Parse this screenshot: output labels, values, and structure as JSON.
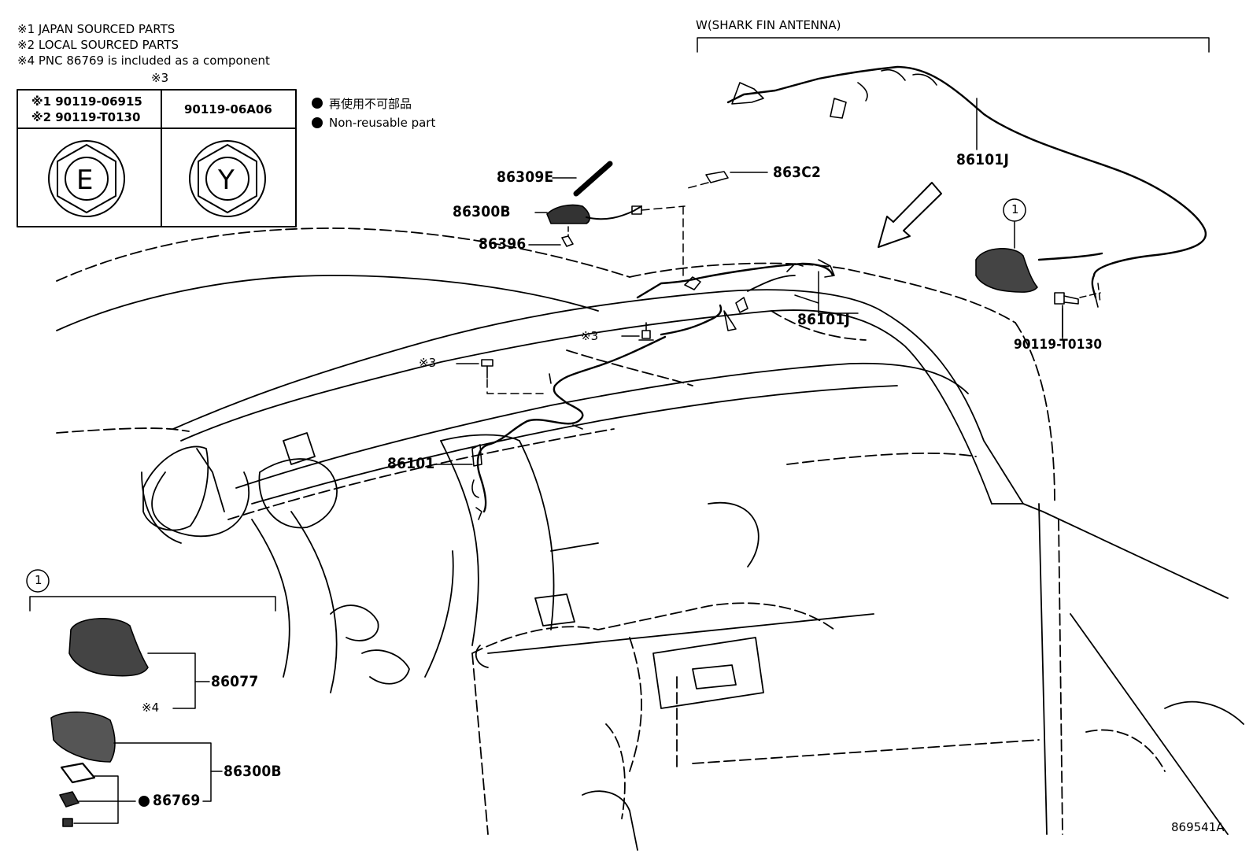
{
  "notes": [
    "※1 JAPAN SOURCED PARTS",
    "※2 LOCAL SOURCED PARTS",
    "※4 PNC 86769 is included as a component"
  ],
  "table": {
    "header_mark": "※3",
    "left_line1": "※1 90119-06915",
    "left_line2": "※2 90119-T0130",
    "right_header": "90119-06A06",
    "left_symbol": "E",
    "right_symbol": "Y"
  },
  "legend": {
    "jp": "再使用不可部品",
    "en": "Non-reusable part"
  },
  "section_title": "W(SHARK FIN ANTENNA)",
  "callouts": {
    "p86309E": "86309E",
    "p86300B_top": "86300B",
    "p86396": "86396",
    "p863C2": "863C2",
    "p86101J_top": "86101J",
    "p86101J_mid": "86101J",
    "p86101": "86101",
    "p90119T0130": "90119-T0130",
    "ref3a": "※3",
    "ref3b": "※3",
    "circle1_top": "1",
    "circle1_inset": "1",
    "p86077": "86077",
    "ref4": "※4",
    "p86300B_inset": "86300B",
    "p86769": "86769"
  },
  "figure_id": "869541A"
}
